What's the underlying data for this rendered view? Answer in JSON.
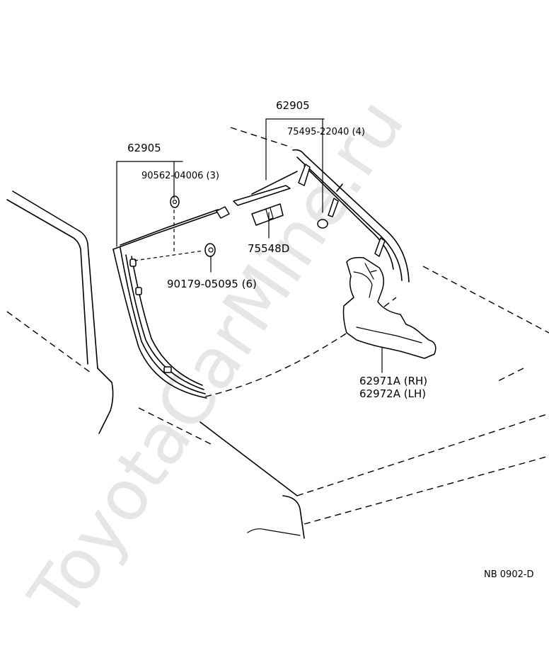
{
  "watermark": "ToyotaCarMine.ru",
  "diagram_code": "NB  0902-D",
  "labels": {
    "group_left": "62905",
    "group_right": "62905",
    "clip_left": "90562-04006 (3)",
    "clip_right": "75495-22040 (4)",
    "clip_center": "75548D",
    "nut": "90179-05095 (6)",
    "seal_rh": "62971A (RH)",
    "seal_lh": "62972A (LH)"
  }
}
